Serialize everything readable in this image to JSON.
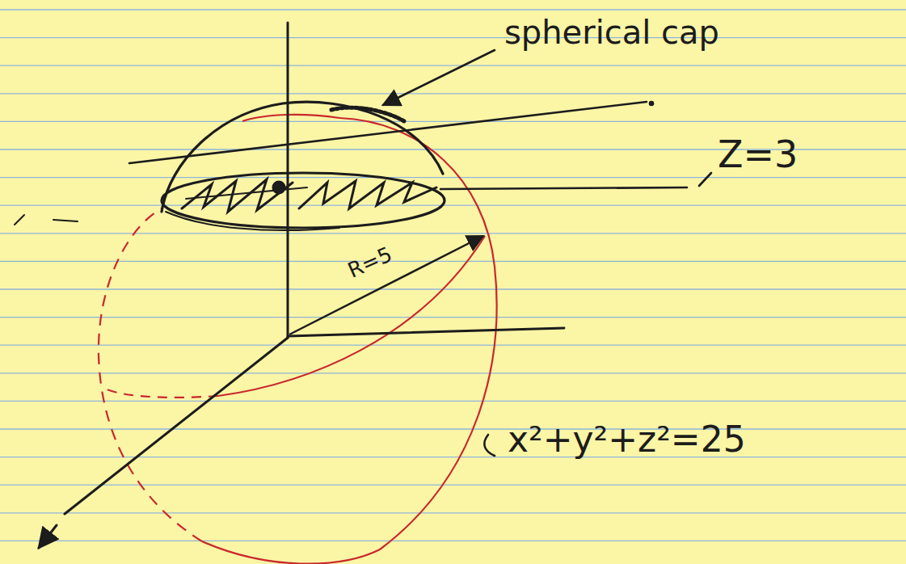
{
  "diagram": {
    "labels": [
      "spherical cap",
      "Z=3",
      "R=5",
      "x²+y²+z²=25"
    ]
  }
}
